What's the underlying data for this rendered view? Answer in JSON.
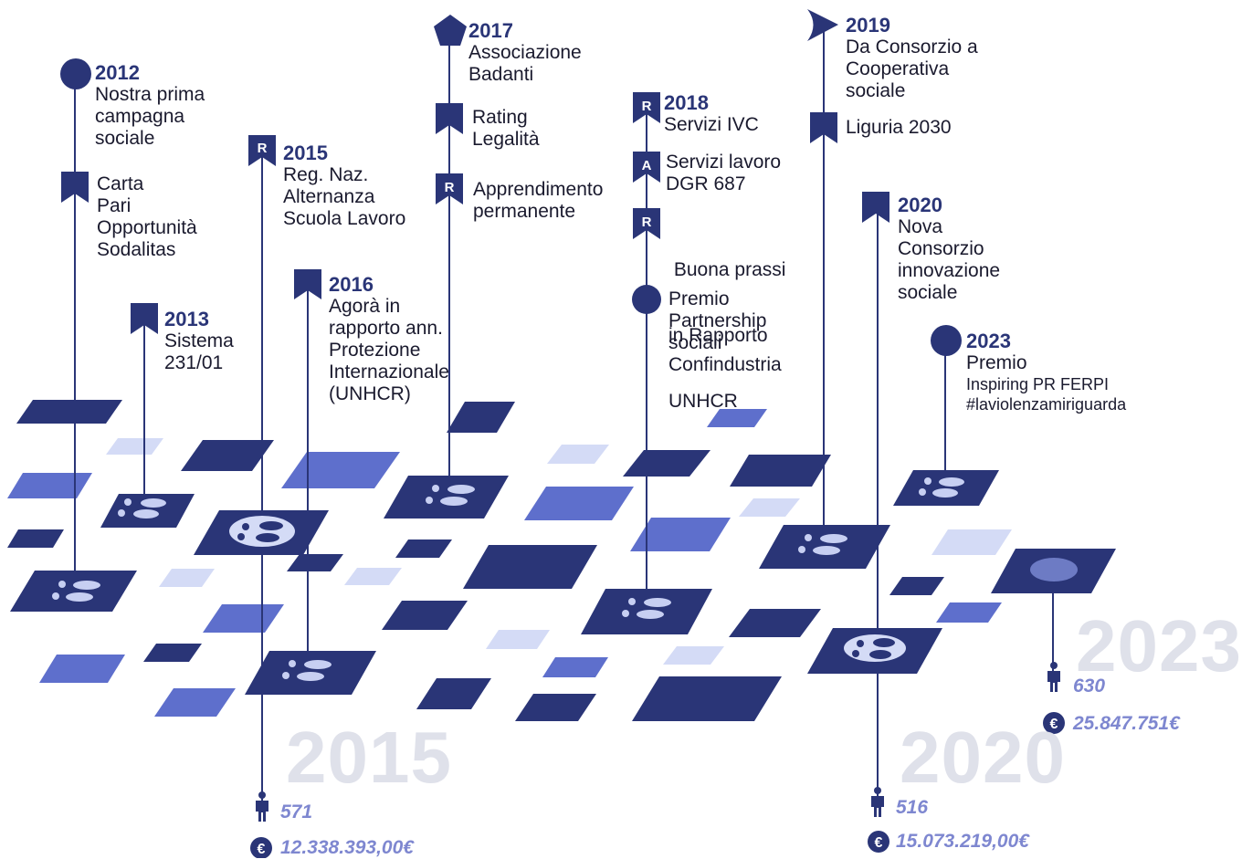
{
  "milestones": {
    "m2012": {
      "year": "2012",
      "text": [
        "Nostra prima",
        "campagna",
        "sociale"
      ]
    },
    "m2012b": {
      "text": [
        "Carta",
        "Pari",
        "Opportunità",
        "Sodalitas"
      ]
    },
    "m2013": {
      "year": "2013",
      "text": [
        "Sistema",
        "231/01"
      ]
    },
    "m2015": {
      "year": "2015",
      "text": [
        "Reg. Naz.",
        "Alternanza",
        "Scuola Lavoro"
      ]
    },
    "m2016": {
      "year": "2016",
      "text": [
        "Agorà in",
        "rapporto ann.",
        "Protezione",
        "Internazionale",
        "(UNHCR)"
      ]
    },
    "m2017": {
      "year": "2017",
      "text": [
        "Associazione",
        "Badanti"
      ]
    },
    "m2017b": {
      "text": [
        "Rating",
        "Legalità"
      ]
    },
    "m2017c": {
      "text": [
        "Apprendimento",
        "permanente"
      ]
    },
    "m2018": {
      "year": "2018",
      "text": [
        "Servizi IVC"
      ]
    },
    "m2018b": {
      "text": [
        "Servizi lavoro",
        "DGR 687"
      ]
    },
    "m2018c": {
      "text": [
        " Buona prassi",
        "in Rapporto",
        "UNHCR"
      ]
    },
    "m2018d": {
      "text": [
        "Premio",
        "Partnership",
        "sociali",
        "Confindustria"
      ]
    },
    "m2019": {
      "year": "2019",
      "text": [
        "Da Consorzio a",
        "Cooperativa",
        "sociale"
      ]
    },
    "m2019b": {
      "text": [
        "Liguria 2030"
      ]
    },
    "m2020": {
      "year": "2020",
      "text": [
        "Nova",
        "Consorzio",
        "innovazione",
        "sociale"
      ]
    },
    "m2023": {
      "year": "2023",
      "text": [
        "Premio"
      ],
      "small": [
        "Inspiring PR FERPI",
        "#laviolenzamiriguarda"
      ]
    }
  },
  "badges": {
    "r": "R",
    "a": "A"
  },
  "summaries": {
    "s2015": {
      "year": "2015",
      "people": "571",
      "revenue": "12.338.393,00€"
    },
    "s2020": {
      "year": "2020",
      "people": "516",
      "revenue": "15.073.219,00€"
    },
    "s2023": {
      "year": "2023",
      "people": "630",
      "revenue": "25.847.751€"
    }
  },
  "icons": {
    "people": "person-icon",
    "euro_glyph": "€",
    "flag": "flag-icon",
    "circle": "circle-icon",
    "pentagon": "pentagon-icon",
    "pennant": "pennant-icon"
  },
  "colors": {
    "navy": "#2a3577",
    "mid": "#5e6fcc",
    "light": "#d4dbf6",
    "big_year": "#dfe1ea",
    "stat": "#7e87d0"
  }
}
